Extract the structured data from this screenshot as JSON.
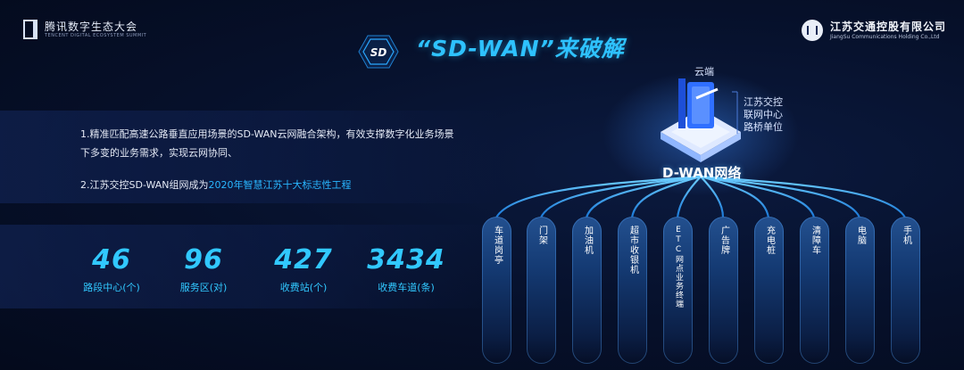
{
  "header": {
    "brand_cn": "腾讯数字生态大会",
    "brand_en": "TENCENT DIGITAL ECOSYSTEM SUMMIT",
    "corp_cn": "江苏交通控股有限公司",
    "corp_en": "JiangSu Communications Holding Co.,Ltd"
  },
  "title": {
    "hex_text": "SD",
    "text": "“SD-WAN”来破解"
  },
  "points": {
    "p1": "1.精准匹配高速公路垂直应用场景的SD-WAN云网融合架构，有效支撑数字化业务场景下多变的业务需求，实现云网协同、",
    "p2_prefix": "2.江苏交控SD-WAN组网成为",
    "p2_highlight": "2020年智慧江苏十大标志性工程"
  },
  "stats": [
    {
      "value": "46",
      "label": "路段中心(个)"
    },
    {
      "value": "96",
      "label": "服务区(对)"
    },
    {
      "value": "427",
      "label": "收费站(个)"
    },
    {
      "value": "3434",
      "label": "收费车道(条)"
    }
  ],
  "diagram": {
    "cloud_label": "云端",
    "side_label_lines": [
      "江苏交控",
      "联网中心",
      "路桥单位"
    ],
    "network_label": "D-WAN网络",
    "endpoints": [
      "车道岗亭",
      "门架",
      "加油机",
      "超市收银机",
      "ETC网点业务终端",
      "广告牌",
      "充电桩",
      "清障车",
      "电脑",
      "手机"
    ]
  },
  "colors": {
    "accent": "#2ec2ff",
    "background": "#06102a",
    "pill": "#143a73"
  }
}
